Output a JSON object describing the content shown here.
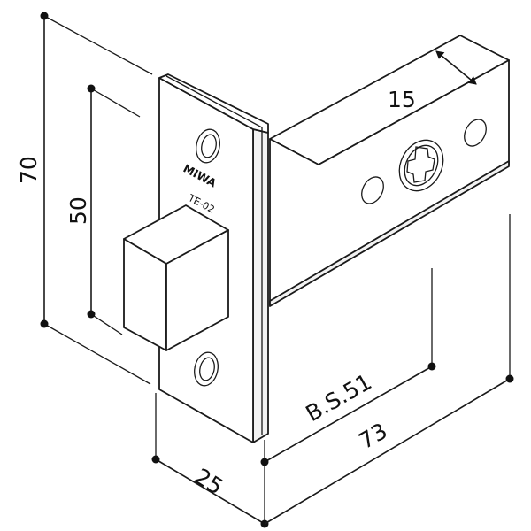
{
  "product": {
    "brand": "MIWA",
    "model": "TE-02"
  },
  "dimensions": {
    "faceplate_height": "70",
    "screw_pitch": "50",
    "faceplate_width": "25",
    "case_thickness": "15",
    "backset": "B.S.51",
    "case_length": "73"
  },
  "colors": {
    "line": "#1a1a1a",
    "background": "#ffffff"
  }
}
